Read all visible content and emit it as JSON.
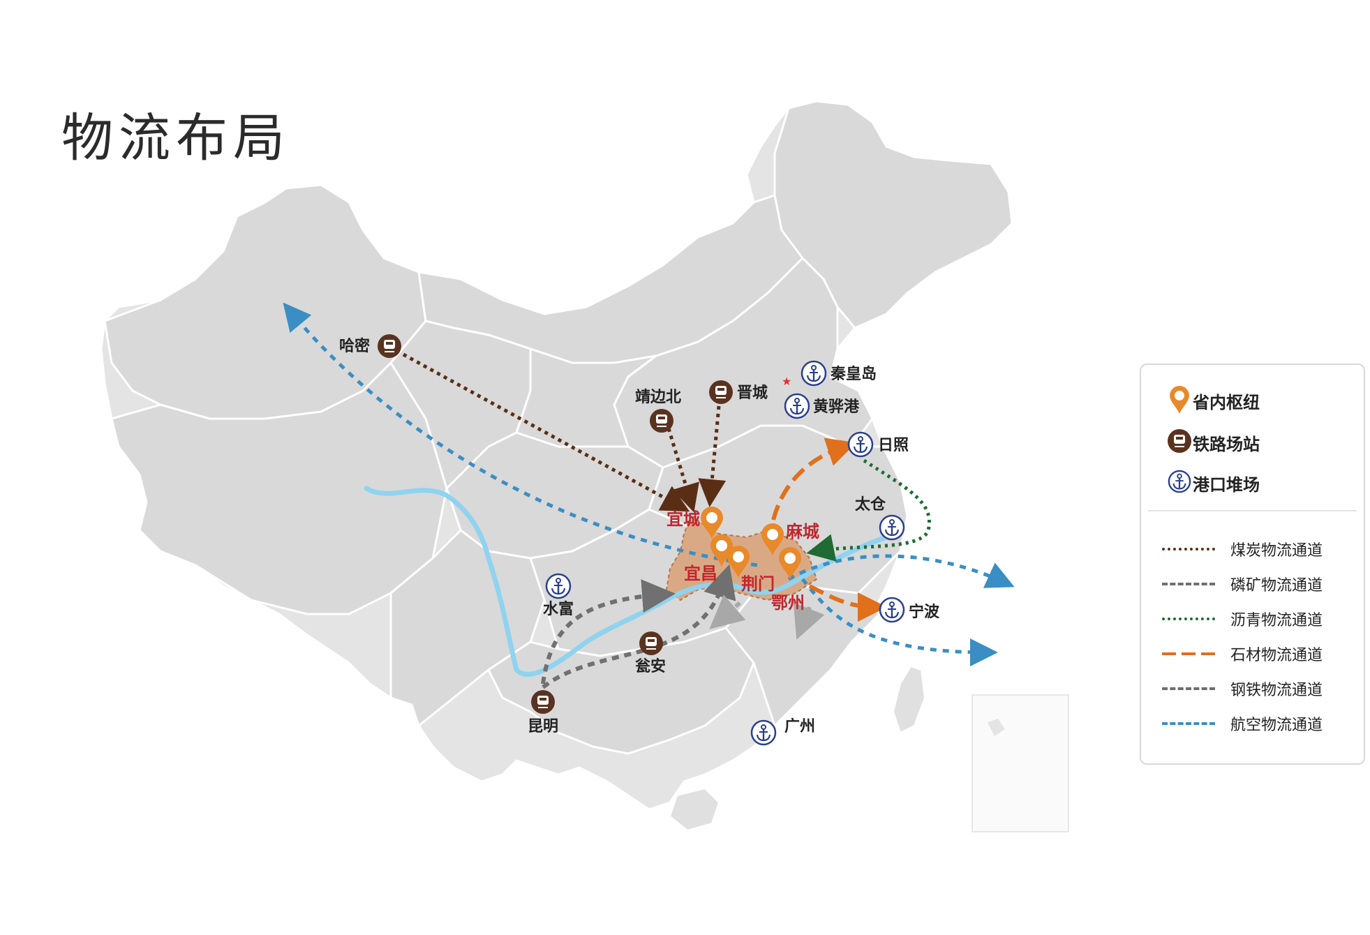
{
  "title": "物流布局",
  "colors": {
    "coal": "#5a2e14",
    "phosphate": "#707070",
    "asphalt": "#1f6b33",
    "stone": "#e0701c",
    "steel": "#6e6e6e",
    "air": "#3a8ec4",
    "hub": "#e8892a",
    "rail": "#5a3320",
    "port": "#2a3f8e",
    "hubbei": "#d6a882",
    "river": "#8fd3ef"
  },
  "hubs": [
    {
      "name": "宜城"
    },
    {
      "name": "宜昌"
    },
    {
      "name": "荆门"
    },
    {
      "name": "麻城"
    },
    {
      "name": "鄂州"
    }
  ],
  "rail_stations": [
    {
      "name": "哈密"
    },
    {
      "name": "靖边北"
    },
    {
      "name": "晋城"
    },
    {
      "name": "瓮安"
    },
    {
      "name": "昆明"
    }
  ],
  "ports": [
    {
      "name": "秦皇岛"
    },
    {
      "name": "黄骅港"
    },
    {
      "name": "日照"
    },
    {
      "name": "太仓"
    },
    {
      "name": "宁波"
    },
    {
      "name": "水富"
    },
    {
      "name": "广州"
    }
  ],
  "legend": {
    "symbols": [
      {
        "label": "省内枢纽",
        "icon": "hub-pin-icon"
      },
      {
        "label": "铁路场站",
        "icon": "rail-station-icon"
      },
      {
        "label": "港口堆场",
        "icon": "anchor-icon"
      }
    ],
    "lines": [
      {
        "label": "煤炭物流通道",
        "color": "#5a2e14",
        "style": "dotted"
      },
      {
        "label": "磷矿物流通道",
        "color": "#707070",
        "style": "dashed"
      },
      {
        "label": "沥青物流通道",
        "color": "#1f6b33",
        "style": "dotted"
      },
      {
        "label": "石材物流通道",
        "color": "#e0701c",
        "style": "long-dash"
      },
      {
        "label": "钢铁物流通道",
        "color": "#6e6e6e",
        "style": "dashed"
      },
      {
        "label": "航空物流通道",
        "color": "#3a8ec4",
        "style": "dashed"
      }
    ]
  }
}
